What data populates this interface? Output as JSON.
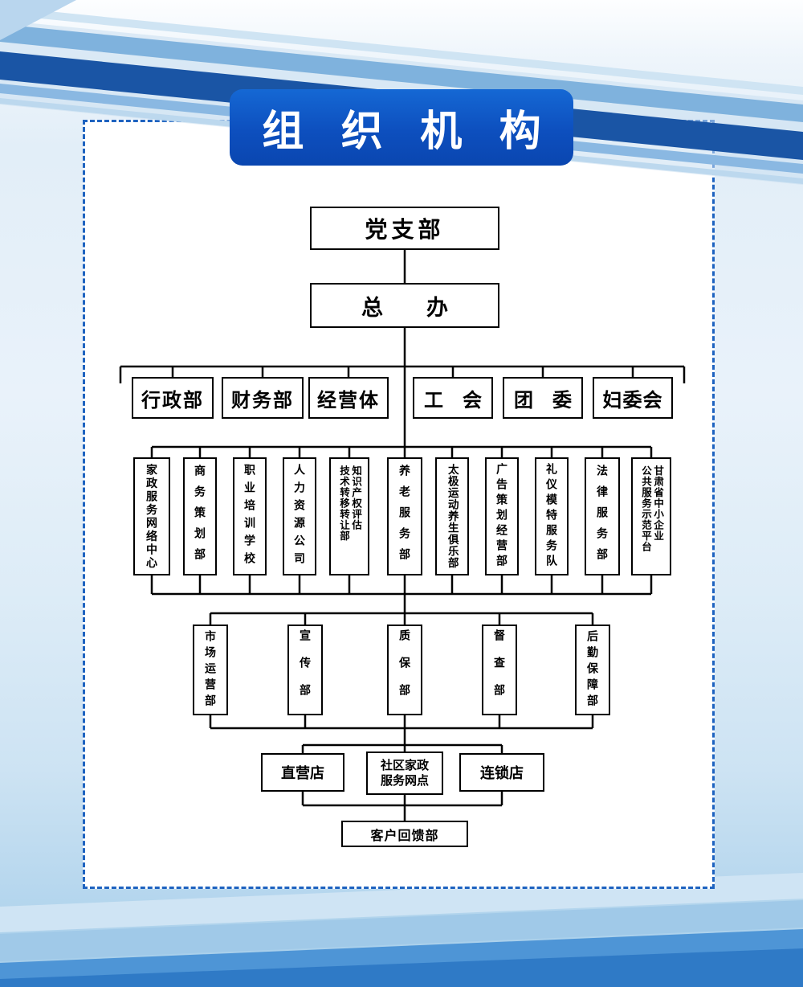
{
  "banner": {
    "title": "组 织 机 构"
  },
  "colors": {
    "banner_blue": "#0d4fbe",
    "dashed_border_blue": "#1e63c0",
    "stripe_navy": "#1a55a5",
    "stripe_medium_blue": "#7fb2dd",
    "bottom_band_blue": "#4e95d6",
    "box_border": "#000000",
    "box_fill": "#ffffff"
  },
  "org": {
    "level1": {
      "label": "党支部"
    },
    "level2": {
      "label": "总　　办"
    },
    "level3": [
      {
        "label": "行政部"
      },
      {
        "label": "财务部"
      },
      {
        "label": "经营体"
      },
      {
        "label": "工　会"
      },
      {
        "label": "团　委"
      },
      {
        "label": "妇委会"
      }
    ],
    "level4": [
      {
        "label": "家政服务网络中心"
      },
      {
        "label": "商务策划部"
      },
      {
        "label": "职业培训学校"
      },
      {
        "label": "人力资源公司"
      },
      {
        "label": "知识产权评估技术转移转让部",
        "columns": [
          "知识产权评估",
          "技术转移转让部"
        ]
      },
      {
        "label": "养老服务部"
      },
      {
        "label": "太极运动养生俱乐部"
      },
      {
        "label": "广告策划经营部"
      },
      {
        "label": "礼仪模特服务队"
      },
      {
        "label": "法律服务部"
      },
      {
        "label": "甘肃省中小企业公共服务示范平台",
        "columns": [
          "甘肃省中小企业",
          "公共服务示范平台"
        ]
      }
    ],
    "level5": [
      {
        "label": "市场运营部"
      },
      {
        "label": "宣传部"
      },
      {
        "label": "质保部"
      },
      {
        "label": "督查部"
      },
      {
        "label": "后勤保障部"
      }
    ],
    "level6": [
      {
        "label": "直营店"
      },
      {
        "label": "社区家政服务网点"
      },
      {
        "label": "连锁店"
      }
    ],
    "level7": {
      "label": "客户回馈部"
    }
  }
}
